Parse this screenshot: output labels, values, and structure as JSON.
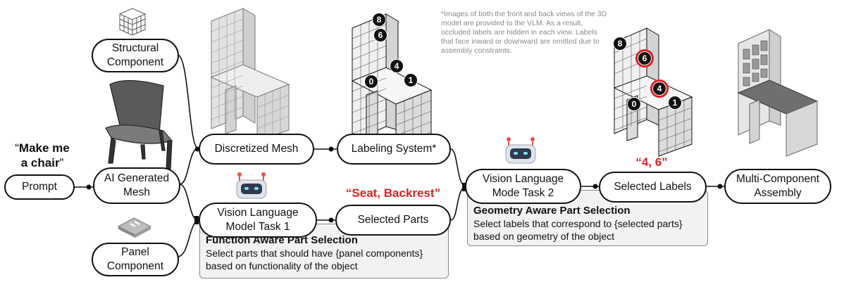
{
  "nodes": {
    "prompt": "Prompt",
    "ai_mesh": "AI Generated\nMesh",
    "structural": "Structural\nComponent",
    "panel": "Panel\nComponent",
    "discretized": "Discretized Mesh",
    "labeling": "Labeling System*",
    "vlm1": "Vision Language\nModel Task 1",
    "selected_parts": "Selected Parts",
    "vlm2": "Vision Language\nMode Task 2",
    "selected_labels": "Selected Labels",
    "assembly": "Multi-Component\nAssembly"
  },
  "quotes": {
    "prompt_open": "“",
    "prompt_text": "Make me\na chair",
    "prompt_close": "”",
    "parts": "“Seat, Backrest”",
    "labels": "“4, 6”"
  },
  "task1": {
    "title": "Function Aware Part Selection",
    "line1": "Select parts that should have {panel components}",
    "line2": "based on functionality of the object"
  },
  "task2": {
    "title": "Geometry Aware Part Selection",
    "line1": "Select labels that correspond to {selected parts}",
    "line2": "based on geometry of the object"
  },
  "footnote": "*Images of both the front and back views of the 3D model are provided to the VLM. As a result, occluded labels are hidden in each view. Labels that face inward or downward are omitted due to assembly constraints.",
  "chair_labels": [
    "8",
    "6",
    "4",
    "0",
    "1"
  ],
  "colors": {
    "highlight": "#e02020",
    "box_bg": "#f2f2f2",
    "robot": "#e8524a"
  }
}
